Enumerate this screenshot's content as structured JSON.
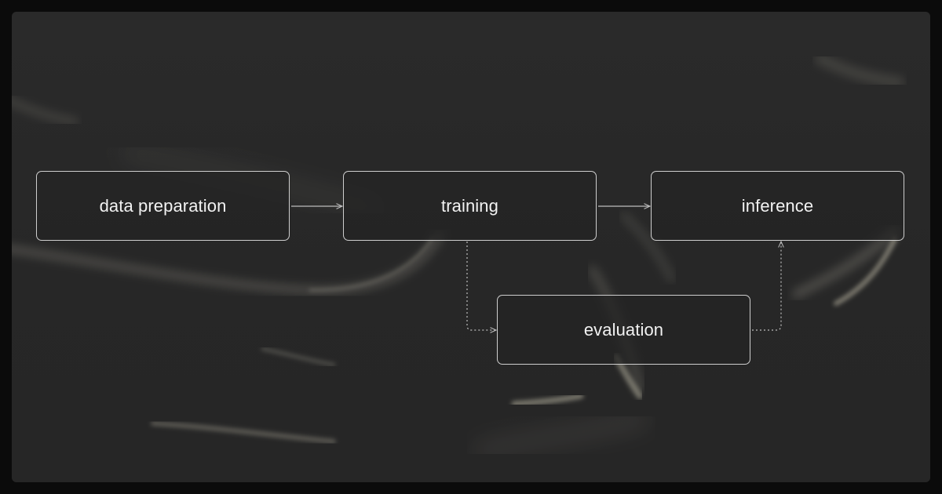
{
  "diagram": {
    "nodes": [
      {
        "id": "data-preparation",
        "label": "data preparation"
      },
      {
        "id": "training",
        "label": "training"
      },
      {
        "id": "inference",
        "label": "inference"
      },
      {
        "id": "evaluation",
        "label": "evaluation"
      }
    ],
    "edges": [
      {
        "from": "data-preparation",
        "to": "training",
        "style": "solid"
      },
      {
        "from": "training",
        "to": "inference",
        "style": "solid"
      },
      {
        "from": "training",
        "to": "evaluation",
        "style": "dotted"
      },
      {
        "from": "evaluation",
        "to": "inference",
        "style": "dotted"
      }
    ]
  },
  "colors": {
    "background": "#0b0b0b",
    "panel": "#2a2a2a",
    "node_border": "#ffffff",
    "text": "#f2f2f2",
    "edge": "#bdbdbd"
  }
}
